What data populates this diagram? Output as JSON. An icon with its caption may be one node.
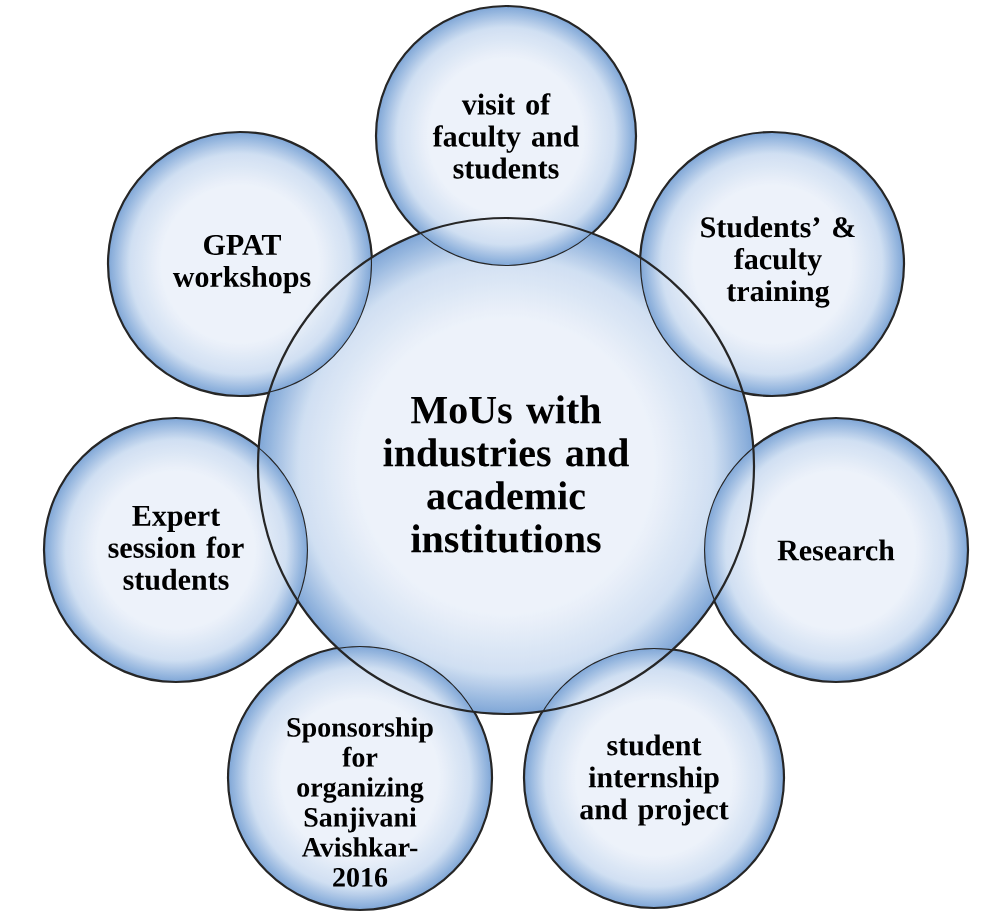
{
  "diagram": {
    "nodes": [
      {
        "text": [
          "visit of faculty and students"
        ]
      },
      {
        "text": [
          "GPAT workshops"
        ]
      },
      {
        "text": [
          "Students’ & faculty training"
        ]
      },
      {
        "text": [
          "MoUs with industries and academic institutions"
        ]
      },
      {
        "text": [
          "Expert session for students"
        ]
      },
      {
        "text": [
          "Research"
        ]
      },
      {
        "text": [
          "Sponsorship for organizing Sanjivani Avishkar-2016"
        ]
      },
      {
        "text": [
          "student internship and project"
        ]
      }
    ]
  }
}
